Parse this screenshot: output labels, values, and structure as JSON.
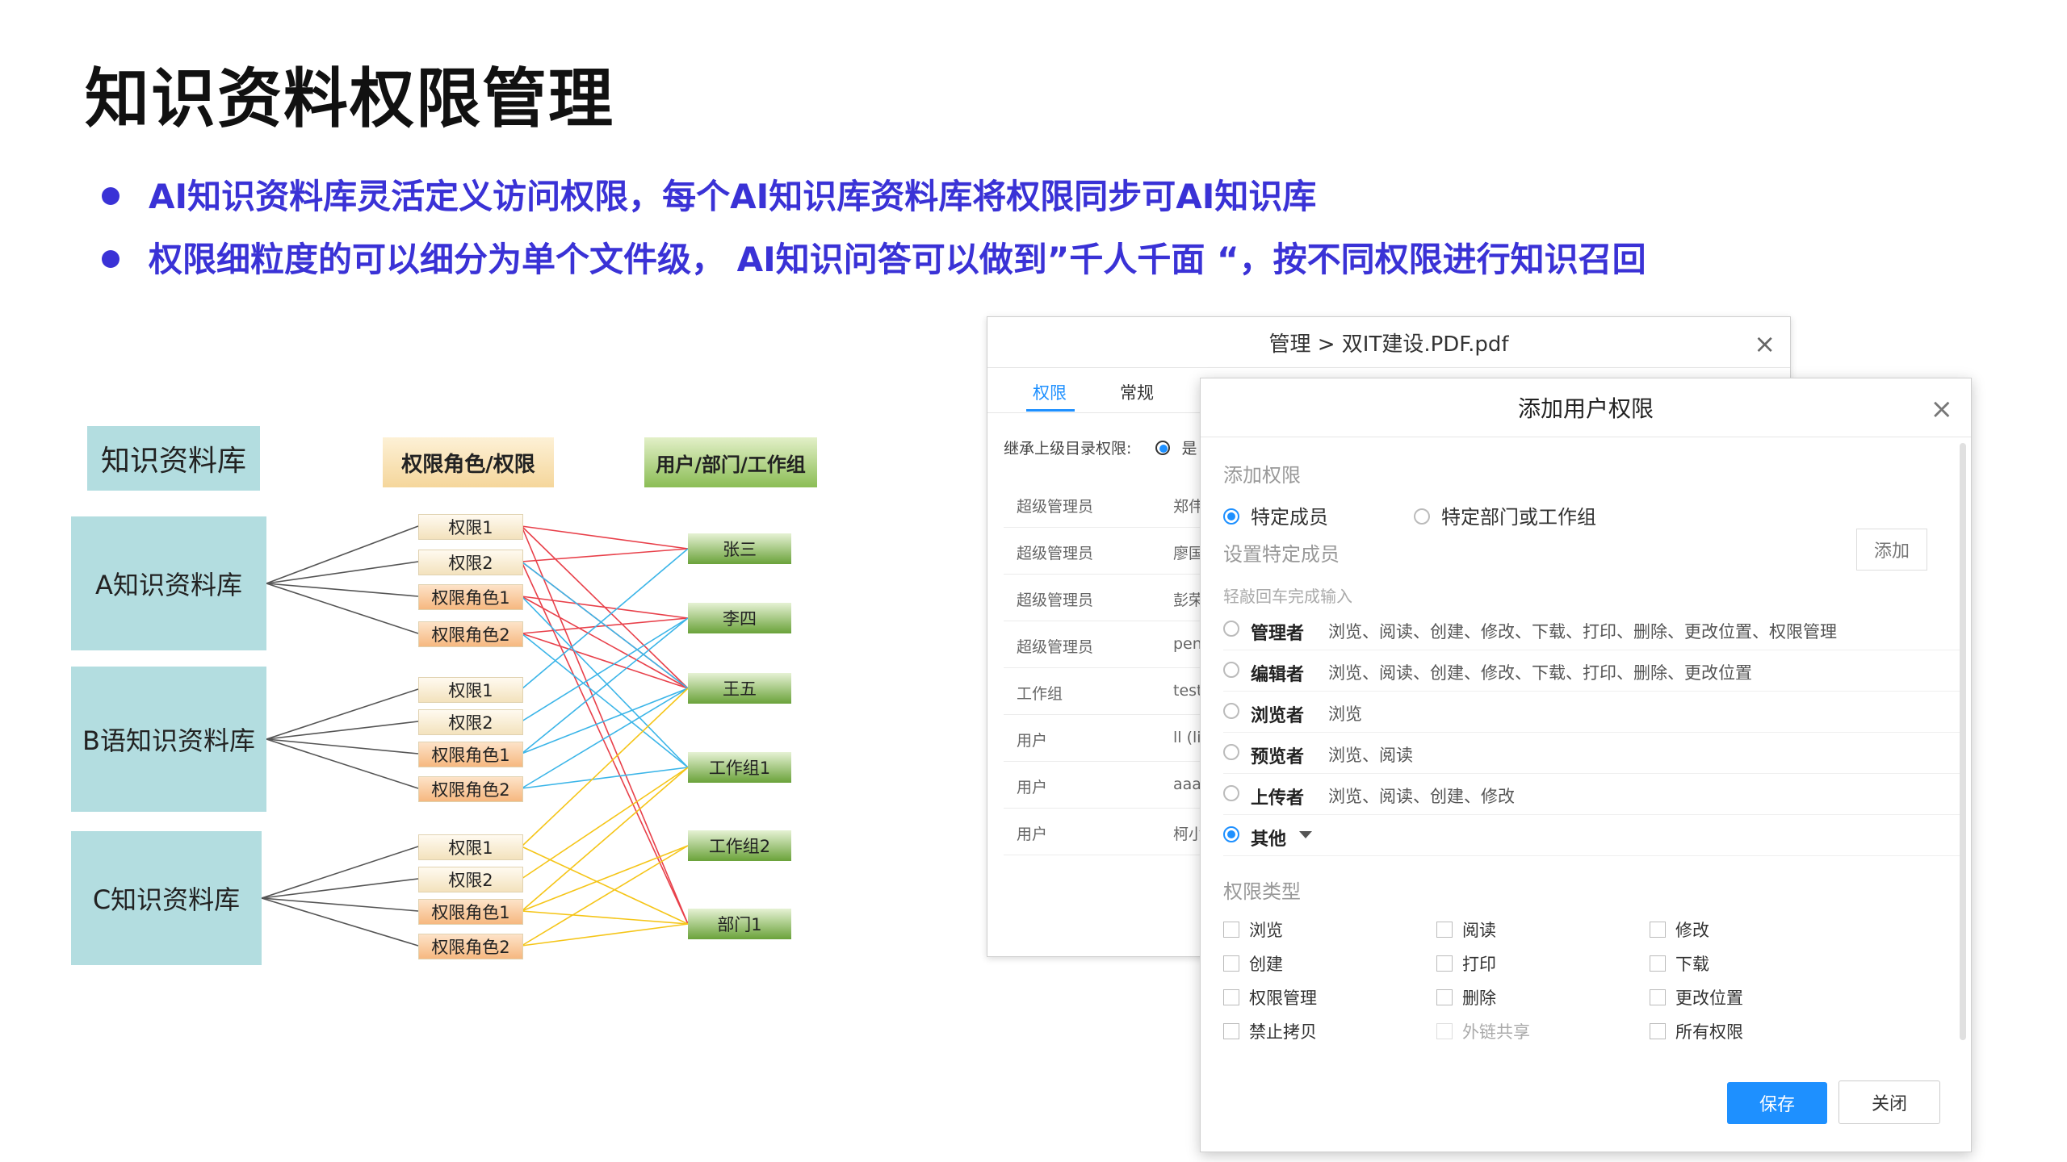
{
  "slide": {
    "title": "知识资料权限管理",
    "bullets": [
      "AI知识资料库灵活定义访问权限，每个AI知识库资料库将权限同步可AI知识库",
      "权限细粒度的可以细分为单个文件级， AI知识问答可以做到”千人千面 “，按不同权限进行知识召回"
    ]
  },
  "diagram": {
    "lib_header": "知识资料库",
    "mid_header": "权限角色/权限",
    "right_header": "用户/部门/工作组",
    "libraries": [
      "A知识资料库",
      "B语知识资料库",
      "C知识资料库"
    ],
    "perm_groups": [
      [
        "权限1",
        "权限2",
        "权限角色1",
        "权限角色2"
      ],
      [
        "权限1",
        "权限2",
        "权限角色1",
        "权限角色2"
      ],
      [
        "权限1",
        "权限2",
        "权限角色1",
        "权限角色2"
      ]
    ],
    "users": [
      "张三",
      "李四",
      "王五",
      "工作组1",
      "工作组2",
      "部门1"
    ],
    "colors": {
      "line_gray": "#555555",
      "line_red": "#e8404a",
      "line_blue": "#3bb5e8",
      "line_yellow": "#f5c518"
    }
  },
  "back_dialog": {
    "title": "管理 > 双IT建设.PDF.pdf",
    "close_icon": "×",
    "tabs": [
      "权限",
      "常规"
    ],
    "inherit_label": "继承上级目录权限:",
    "inherit_value": "是",
    "rows": [
      {
        "type": "超级管理员",
        "name": "郑伟"
      },
      {
        "type": "超级管理员",
        "name": "廖国"
      },
      {
        "type": "超级管理员",
        "name": "彭荣"
      },
      {
        "type": "超级管理员",
        "name": "peng"
      },
      {
        "type": "工作组",
        "name": "test"
      },
      {
        "type": "用户",
        "name": "ll (lil"
      },
      {
        "type": "用户",
        "name": "aaaa"
      },
      {
        "type": "用户",
        "name": "柯小"
      }
    ]
  },
  "front_dialog": {
    "title": "添加用户权限",
    "close_icon": "×",
    "add_perm_label": "添加权限",
    "target_options": [
      "特定成员",
      "特定部门或工作组"
    ],
    "set_member_label": "设置特定成员",
    "add_button": "添加",
    "hint": "轻敲回车完成输入",
    "roles": [
      {
        "name": "管理者",
        "perms": "浏览、阅读、创建、修改、下载、打印、删除、更改位置、权限管理"
      },
      {
        "name": "编辑者",
        "perms": "浏览、阅读、创建、修改、下载、打印、删除、更改位置"
      },
      {
        "name": "浏览者",
        "perms": "浏览"
      },
      {
        "name": "预览者",
        "perms": "浏览、阅读"
      },
      {
        "name": "上传者",
        "perms": "浏览、阅读、创建、修改"
      },
      {
        "name": "其他",
        "perms": ""
      }
    ],
    "perm_type_label": "权限类型",
    "perm_types": [
      [
        "浏览",
        "阅读",
        "修改"
      ],
      [
        "创建",
        "打印",
        "下载"
      ],
      [
        "权限管理",
        "删除",
        "更改位置"
      ],
      [
        "禁止拷贝",
        "外链共享",
        "所有权限"
      ]
    ],
    "save_button": "保存",
    "close_button": "关闭",
    "accent": "#1e90ff"
  }
}
